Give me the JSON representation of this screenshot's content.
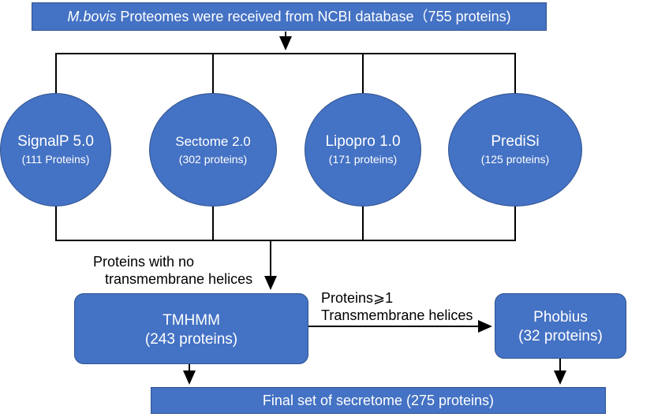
{
  "top": {
    "italic": "M.bovis",
    "rest": " Proteomes were received from NCBI database（755 proteins)"
  },
  "tools": [
    {
      "name": "SignalP 5.0",
      "count": "(111 Proteins)"
    },
    {
      "name": "Sectome 2.0",
      "count": "(302 proteins)"
    },
    {
      "name": "Lipopro 1.0",
      "count": "(171 proteins)"
    },
    {
      "name": "PrediSi",
      "count": "(125 proteins)"
    }
  ],
  "filter_label": {
    "line1": "Proteins with no",
    "line2": "transmembrane helices"
  },
  "tmhmm": {
    "name": "TMHMM",
    "count": "(243 proteins)"
  },
  "tm_label": {
    "line1": "Proteins⩾1",
    "line2": "Transmembrane helices"
  },
  "phobius": {
    "name": "Phobius",
    "count": "(32 proteins)"
  },
  "final": {
    "text": "Final set of secretome (275 proteins)"
  },
  "colors": {
    "fill": "#4472c4",
    "border": "#2f528f",
    "line": "#000000"
  }
}
